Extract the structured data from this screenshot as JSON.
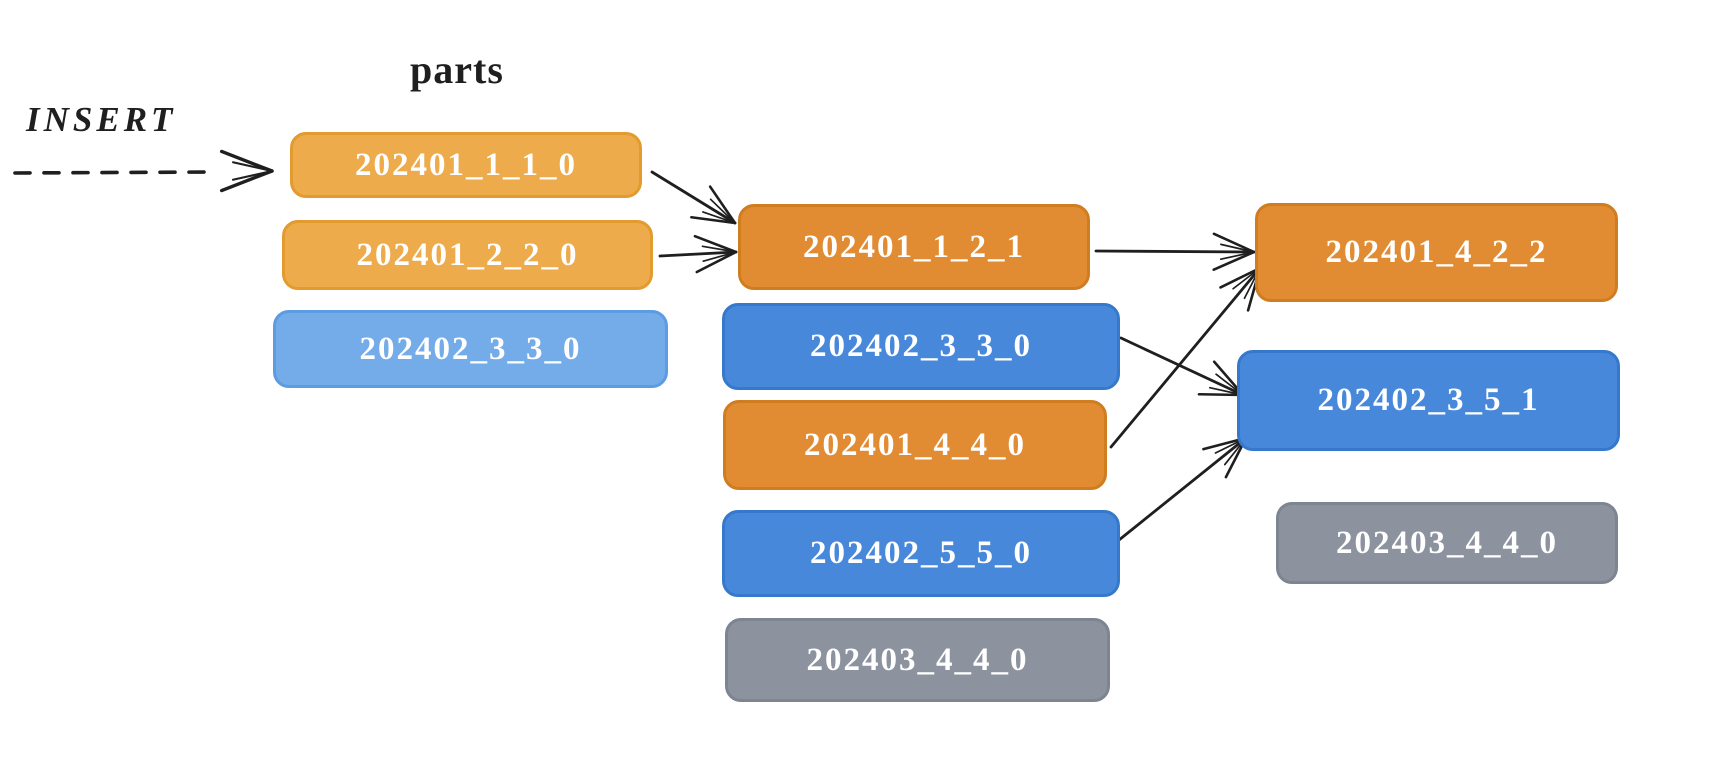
{
  "labels": {
    "parts": "parts",
    "insert": "INSERT"
  },
  "colors": {
    "orange_light": {
      "fill": "#edab4b",
      "stroke": "#e39a2f"
    },
    "orange_dark": {
      "fill": "#e18b33",
      "stroke": "#d07d20"
    },
    "blue_light": {
      "fill": "#74abe9",
      "stroke": "#5d9be2"
    },
    "blue_dark": {
      "fill": "#4788da",
      "stroke": "#3679cc"
    },
    "gray": {
      "fill": "#8c939e",
      "stroke": "#7d8590"
    },
    "ink": "#1f1f1f",
    "text": "#ffffff",
    "background": "#ffffff"
  },
  "columns": {
    "col1": [
      {
        "label": "202401_1_1_0",
        "color": "orange_light"
      },
      {
        "label": "202401_2_2_0",
        "color": "orange_light"
      },
      {
        "label": "202402_3_3_0",
        "color": "blue_light"
      }
    ],
    "col2": [
      {
        "label": "202401_1_2_1",
        "color": "orange_dark"
      },
      {
        "label": "202402_3_3_0",
        "color": "blue_dark"
      },
      {
        "label": "202401_4_4_0",
        "color": "orange_dark"
      },
      {
        "label": "202402_5_5_0",
        "color": "blue_dark"
      },
      {
        "label": "202403_4_4_0",
        "color": "gray"
      }
    ],
    "col3": [
      {
        "label": "202401_4_2_2",
        "color": "orange_dark"
      },
      {
        "label": "202402_3_5_1",
        "color": "blue_dark"
      },
      {
        "label": "202403_4_4_0",
        "color": "gray"
      }
    ]
  },
  "arrows": [
    {
      "from": "INSERT",
      "to": "202401_1_1_0",
      "style": "dashed"
    },
    {
      "from": "202401_1_1_0",
      "to": "202401_1_2_1",
      "style": "solid"
    },
    {
      "from": "202401_2_2_0",
      "to": "202401_1_2_1",
      "style": "solid"
    },
    {
      "from": "202401_1_2_1",
      "to": "202401_4_2_2",
      "style": "solid"
    },
    {
      "from": "202402_3_3_0",
      "to": "202402_3_5_1",
      "style": "solid"
    },
    {
      "from": "202401_4_4_0",
      "to": "202401_4_2_2",
      "style": "solid"
    },
    {
      "from": "202402_5_5_0",
      "to": "202402_3_5_1",
      "style": "solid"
    }
  ]
}
